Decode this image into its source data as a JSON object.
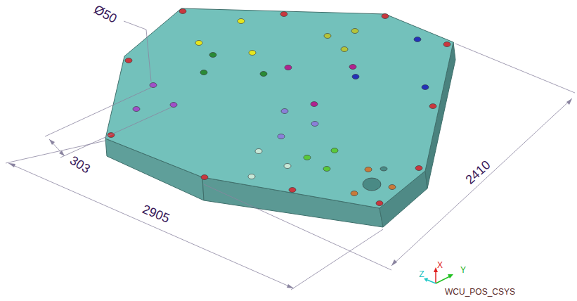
{
  "diagram": {
    "labels": [
      "Ø50",
      "303",
      "2905",
      "2410",
      "X",
      "Y",
      "Z",
      "WCU_POS_CSYS"
    ]
  }
}
